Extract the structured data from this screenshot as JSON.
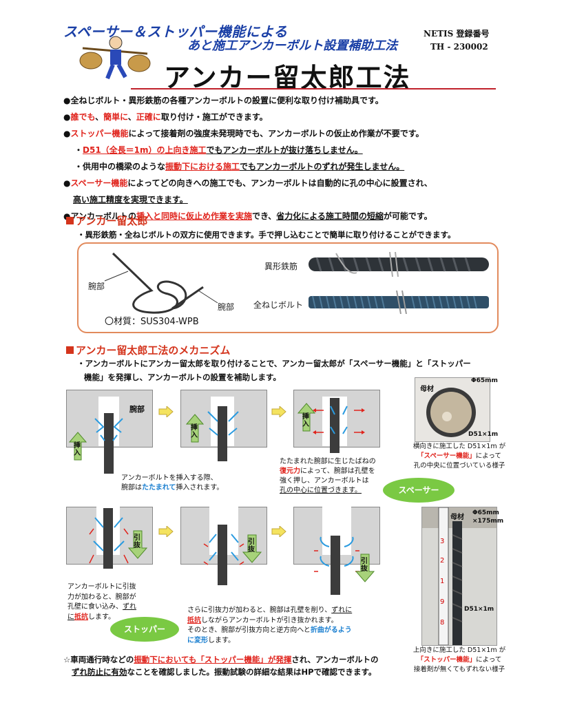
{
  "header": {
    "subtitle1": "スペーサー＆ストッパー機能による",
    "subtitle2": "あと施工アンカーボルト設置補助工法",
    "netis_label": "NETIS 登録番号",
    "netis_no": "TH - 230002",
    "title": "アンカー留太郎工法"
  },
  "bullets": {
    "b1": "●全ねじボルト・異形鉄筋の各種アンカーボルトの設置に便利な取り付け補助具です。",
    "b2_a": "●",
    "b2_r1": "誰でも",
    "b2_s1": "、",
    "b2_r2": "簡単に",
    "b2_s2": "、",
    "b2_r3": "正確に",
    "b2_b": "取り付け・施工ができます。",
    "b3_a": "●",
    "b3_r": "ストッパー機能",
    "b3_b": "によって接着剤の強度未発現時でも、アンカーボルトの仮止め作業が不要です。",
    "b4_a": "・",
    "b4_r": "D51（全長＝1m）の上向き施工",
    "b4_b": "でもアンカーボルトが抜け落ちしません。",
    "b5_a": "・供用中の橋梁のような",
    "b5_r": "振動下における施工",
    "b5_b": "でもアンカーボルトのずれが発生しません。",
    "b6_a": "●",
    "b6_r": "スペーサー機能",
    "b6_b": "によってどの向きへの施工でも、アンカーボルトは自動的に孔の中心に設置され、",
    "b7": "高い施工精度を実現できます。",
    "b8_a": "●アンカーボルトの",
    "b8_r": "挿入と同時に仮止め作業を実施",
    "b8_b": "でき、",
    "b8_c": "省力化による施工時間の短縮",
    "b8_d": "が可能です。"
  },
  "section1": {
    "title": "アンカー留太郎",
    "desc": "・異形鉄筋・全ねじボルトの双方に使用できます。手で押し込むことで簡単に取り付けることができます。",
    "arm1": "腕部",
    "arm2": "腕部",
    "material": "〇材質：SUS304-WPB",
    "rebar": "異形鉄筋",
    "fullthread": "全ねじボルト"
  },
  "section2": {
    "title": "アンカー留太郎工法のメカニズム",
    "desc1": "・アンカーボルトにアンカー留太郎を取り付けることで、アンカー留太郎が「スペーサー機能」と「ストッパー",
    "desc2": "機能」を発揮し、アンカーボルトの設置を補助します。"
  },
  "diagrams": {
    "arm_label": "腕部",
    "insert": "挿入",
    "pull": "引抜",
    "cap1_a": "アンカーボルトを挿入する際、",
    "cap1_b": "腕部は",
    "cap1_blue": "たたまれて",
    "cap1_c": "挿入されます。",
    "cap2_a": "たたまれた腕部に生じたばねの",
    "cap2_red": "復元力",
    "cap2_b": "によって、腕部は孔壁を",
    "cap2_c": "強く押し、アンカーボルトは",
    "cap2_d": "孔の中心に位置づきます。",
    "spacer": "スペーサー",
    "cap3_a": "アンカーボルトに引抜",
    "cap3_b": "力が加わると、腕部が",
    "cap3_c": "孔壁に食い込み、",
    "cap3_u": "ずれ",
    "cap3_d": "に",
    "cap3_red": "抵抗",
    "cap3_e": "します。",
    "stopper": "ストッパー",
    "cap4_a": "さらに引抜力が加わると、腕部は孔壁を削り、",
    "cap4_u": "ずれに",
    "cap4_red": "抵抗",
    "cap4_b": "しながらアンカーボルトが引き抜かれます。",
    "cap4_c": "そのとき、腕部が引抜方向と逆方向へと",
    "cap4_blue": "折曲がるよう",
    "cap4_d": "に変形",
    "cap4_e": "します。"
  },
  "photos": {
    "p1_base": "母材",
    "p1_dia": "Φ65mm",
    "p1_bolt": "D51×1m",
    "p1_cap1": "横向きに施工した D51×1m が",
    "p1_cap2": "「スペーサー機能」",
    "p1_cap2b": "によって",
    "p1_cap3": "孔の中央に位置づいている様子",
    "p2_base": "母材",
    "p2_dia1": "Φ65mm",
    "p2_dia2": "×175mm",
    "p2_bolt": "D51×1m",
    "p2_cap1": "上向きに施工した D51×1m が",
    "p2_cap2": "「ストッパー機能」",
    "p2_cap2b": "によって",
    "p2_cap3": "接着剤が無くてもずれない様子"
  },
  "footer": {
    "a": "☆車両通行時などの",
    "r1": "振動下においても「ストッパー機能」が発揮",
    "b": "され、アンカーボルトの",
    "u": "ずれ防止に有効",
    "c": "なことを確認しました。振動試験の詳細な結果はHPで確認できます。"
  },
  "colors": {
    "red": "#e0231c",
    "blue": "#1a3fa6",
    "green": "#7ac943",
    "orange": "#e28a5c"
  }
}
